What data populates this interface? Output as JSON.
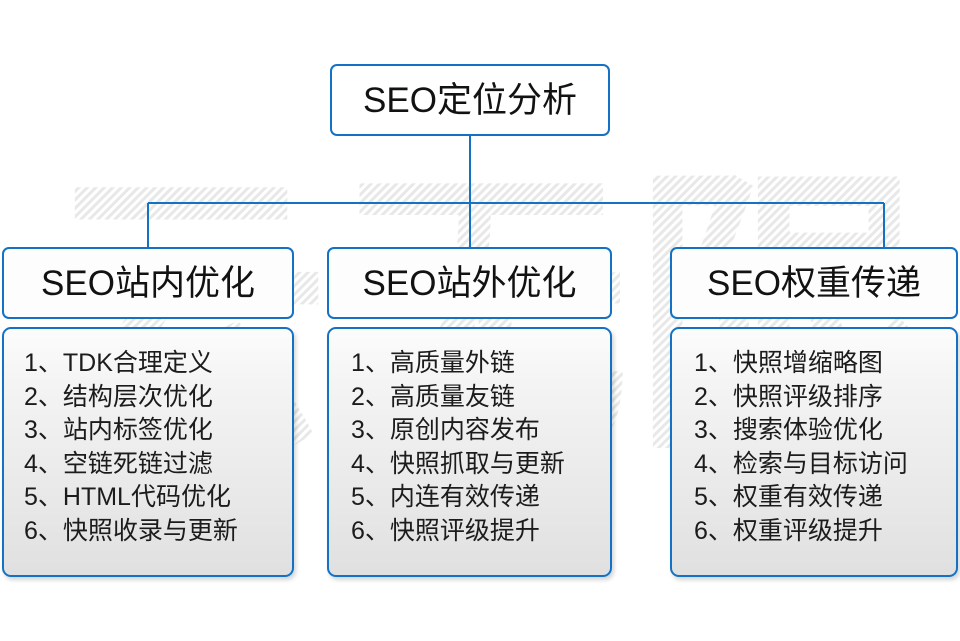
{
  "diagram": {
    "root": {
      "label": "SEO定位分析"
    },
    "accent_color": "#1372c4",
    "text_color": "#121212",
    "background_color": "#ffffff",
    "watermark": {
      "text": "云无限",
      "color": "#ededed"
    },
    "branches": [
      {
        "header": "SEO站内优化",
        "items": [
          {
            "num": "1、",
            "text": "TDK合理定义"
          },
          {
            "num": "2、",
            "text": "结构层次优化"
          },
          {
            "num": "3、",
            "text": "站内标签优化"
          },
          {
            "num": "4、",
            "text": "空链死链过滤"
          },
          {
            "num": "5、",
            "text": "HTML代码优化"
          },
          {
            "num": "6、",
            "text": "快照收录与更新"
          }
        ]
      },
      {
        "header": "SEO站外优化",
        "items": [
          {
            "num": "1、",
            "text": "高质量外链"
          },
          {
            "num": "2、",
            "text": "高质量友链"
          },
          {
            "num": "3、",
            "text": "原创内容发布"
          },
          {
            "num": "4、",
            "text": "快照抓取与更新"
          },
          {
            "num": "5、",
            "text": "内连有效传递"
          },
          {
            "num": "6、",
            "text": "快照评级提升"
          }
        ]
      },
      {
        "header": "SEO权重传递",
        "items": [
          {
            "num": "1、",
            "text": "快照增缩略图"
          },
          {
            "num": "2、",
            "text": "快照评级排序"
          },
          {
            "num": "3、",
            "text": "搜索体验优化"
          },
          {
            "num": "4、",
            "text": "检索与目标访问"
          },
          {
            "num": "5、",
            "text": "权重有效传递"
          },
          {
            "num": "6、",
            "text": "权重评级提升"
          }
        ]
      }
    ]
  }
}
